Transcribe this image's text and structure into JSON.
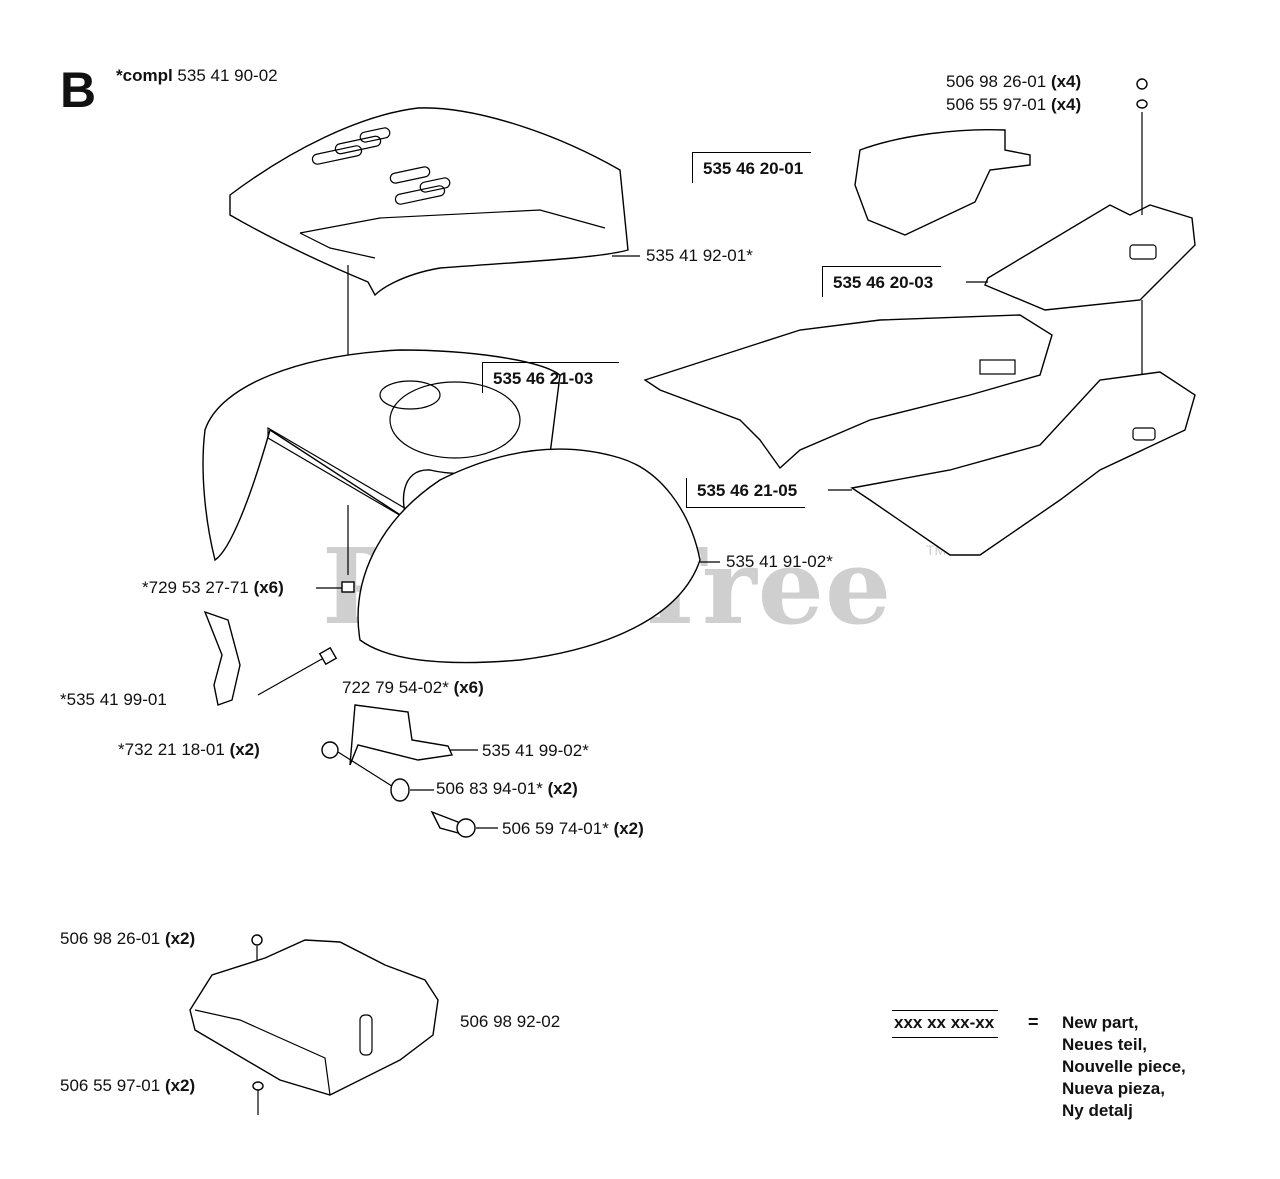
{
  "section": "B",
  "compl": {
    "prefix": "*compl",
    "number": "535 41 90-02"
  },
  "watermark": {
    "text": "PartsTree",
    "tm": "TM"
  },
  "parts": {
    "p1": {
      "number": "506 98 26-01",
      "qty": "(x4)"
    },
    "p2": {
      "number": "506 55 97-01",
      "qty": "(x4)"
    },
    "p3": {
      "number": "535 46 20-01"
    },
    "p4": {
      "number": "535 41 92-01*"
    },
    "p5": {
      "number": "535 46 20-03"
    },
    "p6": {
      "number": "535 46 21-03"
    },
    "p7": {
      "number": "535 46 21-05"
    },
    "p8": {
      "number": "535 41 91-02*"
    },
    "p9": {
      "number": "*729 53 27-71",
      "qty": "(x6)"
    },
    "p10": {
      "number": "*535 41 99-01"
    },
    "p11": {
      "number": "722 79 54-02*",
      "qty": "(x6)"
    },
    "p12": {
      "number": "*732 21 18-01",
      "qty": "(x2)"
    },
    "p13": {
      "number": "535 41 99-02*"
    },
    "p14": {
      "number": "506 83 94-01*",
      "qty": "(x2)"
    },
    "p15": {
      "number": "506 59 74-01*",
      "qty": "(x2)"
    },
    "p16": {
      "number": "506 98 26-01",
      "qty": "(x2)"
    },
    "p17": {
      "number": "506 98 92-02"
    },
    "p18": {
      "number": "506 55 97-01",
      "qty": "(x2)"
    }
  },
  "legend": {
    "sample": "xxx xx xx-xx",
    "equals": "=",
    "lines": [
      "New part,",
      "Neues teil,",
      "Nouvelle piece,",
      "Nueva pieza,",
      "Ny detalj"
    ]
  }
}
